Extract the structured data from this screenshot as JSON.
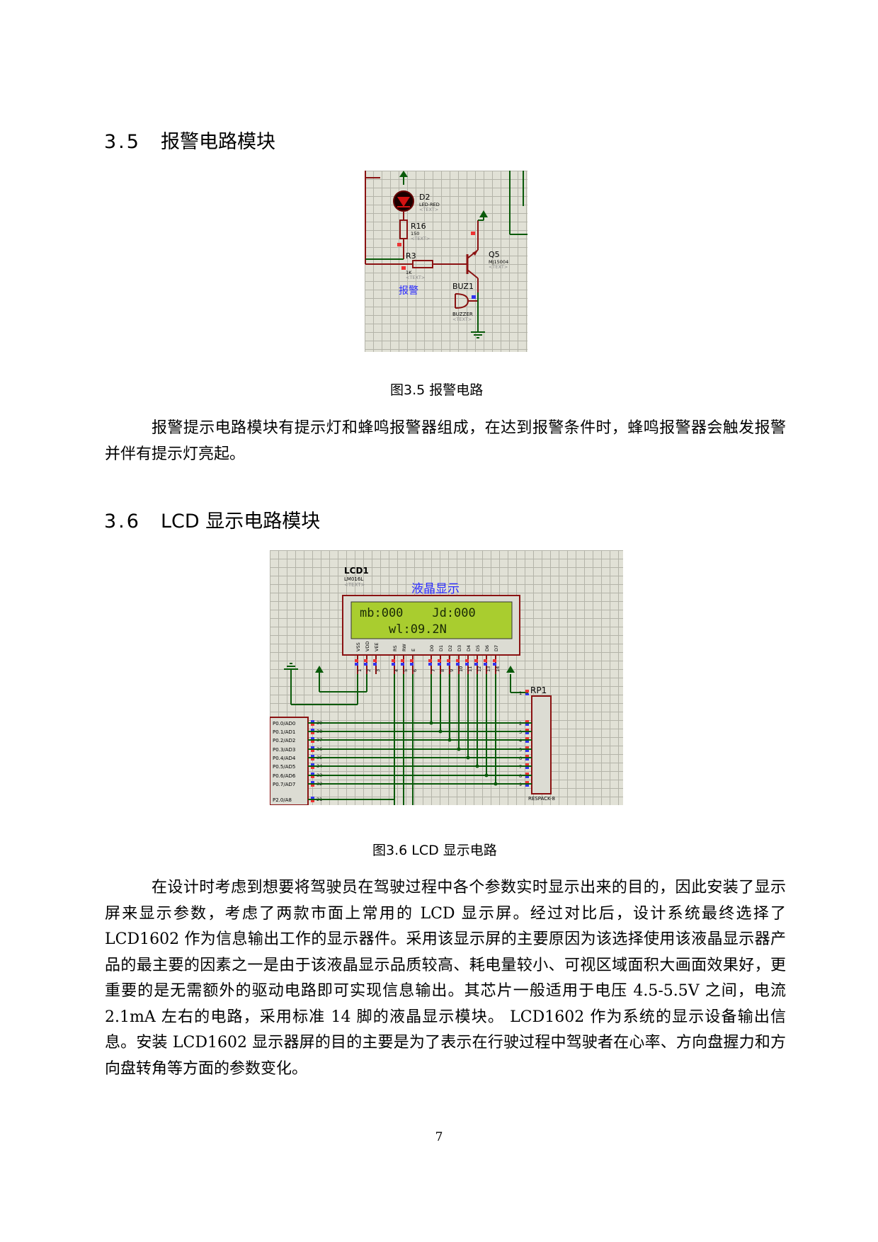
{
  "section_35": {
    "number": "3.5",
    "title": "报警电路模块"
  },
  "fig35": {
    "caption": "图3.5 报警电路",
    "labels": {
      "d2": "D2",
      "d2_type": "LED-RED",
      "d2_text": "<TEXT>",
      "r16": "R16",
      "r16_val": "150",
      "r16_text": "<TEXT>",
      "r3": "R3",
      "r3_val": "1K",
      "r3_text": "<TEXT>",
      "q5": "Q5",
      "q5_type": "MJ15004",
      "q5_text": "<TEXT>",
      "buz": "BUZ1",
      "buz_type": "BUZZER",
      "buz_text": "<TEXT>",
      "alarm": "报警"
    }
  },
  "para_35": "报警提示电路模块有提示灯和蜂鸣报警器组成，在达到报警条件时，蜂鸣报警器会触发报警并伴有提示灯亮起。",
  "section_36": {
    "number": "3.6",
    "title": "LCD 显示电路模块"
  },
  "fig36": {
    "caption": "图3.6 LCD 显示电路",
    "labels": {
      "lcd": "LCD1",
      "lcd_type": "LM016L",
      "lcd_text": "<TEXT>",
      "title": "液晶显示",
      "line1": "mb:000    Jd:000",
      "line2": "wl:09.2N",
      "rp": "RP1",
      "rp_type": "RESPACK-8",
      "pin_names": [
        "VSS",
        "VDD",
        "VEE",
        "RS",
        "RW",
        "E",
        "D0",
        "D1",
        "D2",
        "D3",
        "D4",
        "D5",
        "D6",
        "D7"
      ],
      "port_names": [
        "P0.0/AD0",
        "P0.1/AD1",
        "P0.2/AD2",
        "P0.3/AD3",
        "P0.4/AD4",
        "P0.5/AD5",
        "P0.6/AD6",
        "P0.7/AD7",
        "P2.0/A8"
      ],
      "port_pins": [
        "39",
        "38",
        "37",
        "36",
        "35",
        "34",
        "33",
        "32",
        "21"
      ],
      "rp_pins": [
        "1",
        "2",
        "3",
        "4",
        "5",
        "6",
        "7",
        "8",
        "9"
      ]
    }
  },
  "para_36": "在设计时考虑到想要将驾驶员在驾驶过程中各个参数实时显示出来的目的，因此安装了显示屏来显示参数，考虑了两款市面上常用的 LCD 显示屏。经过对比后，设计系统最终选择了 LCD1602 作为信息输出工作的显示器件。采用该显示屏的主要原因为该选择使用该液晶显示器产品的最主要的因素之一是由于该液晶显示品质较高、耗电量较小、可视区域面积大画面效果好，更重要的是无需额外的驱动电路即可实现信息输出。其芯片一般适用于电压 4.5-5.5V 之间，电流 2.1mA 左右的电路，采用标准 14 脚的液晶显示模块。 LCD1602 作为系统的显示设备输出信息。安装 LCD1602 显示器屏的目的主要是为了表示在行驶过程中驾驶者在心率、方向盘握力和方向盘转角等方面的参数变化。",
  "page_number": "7"
}
